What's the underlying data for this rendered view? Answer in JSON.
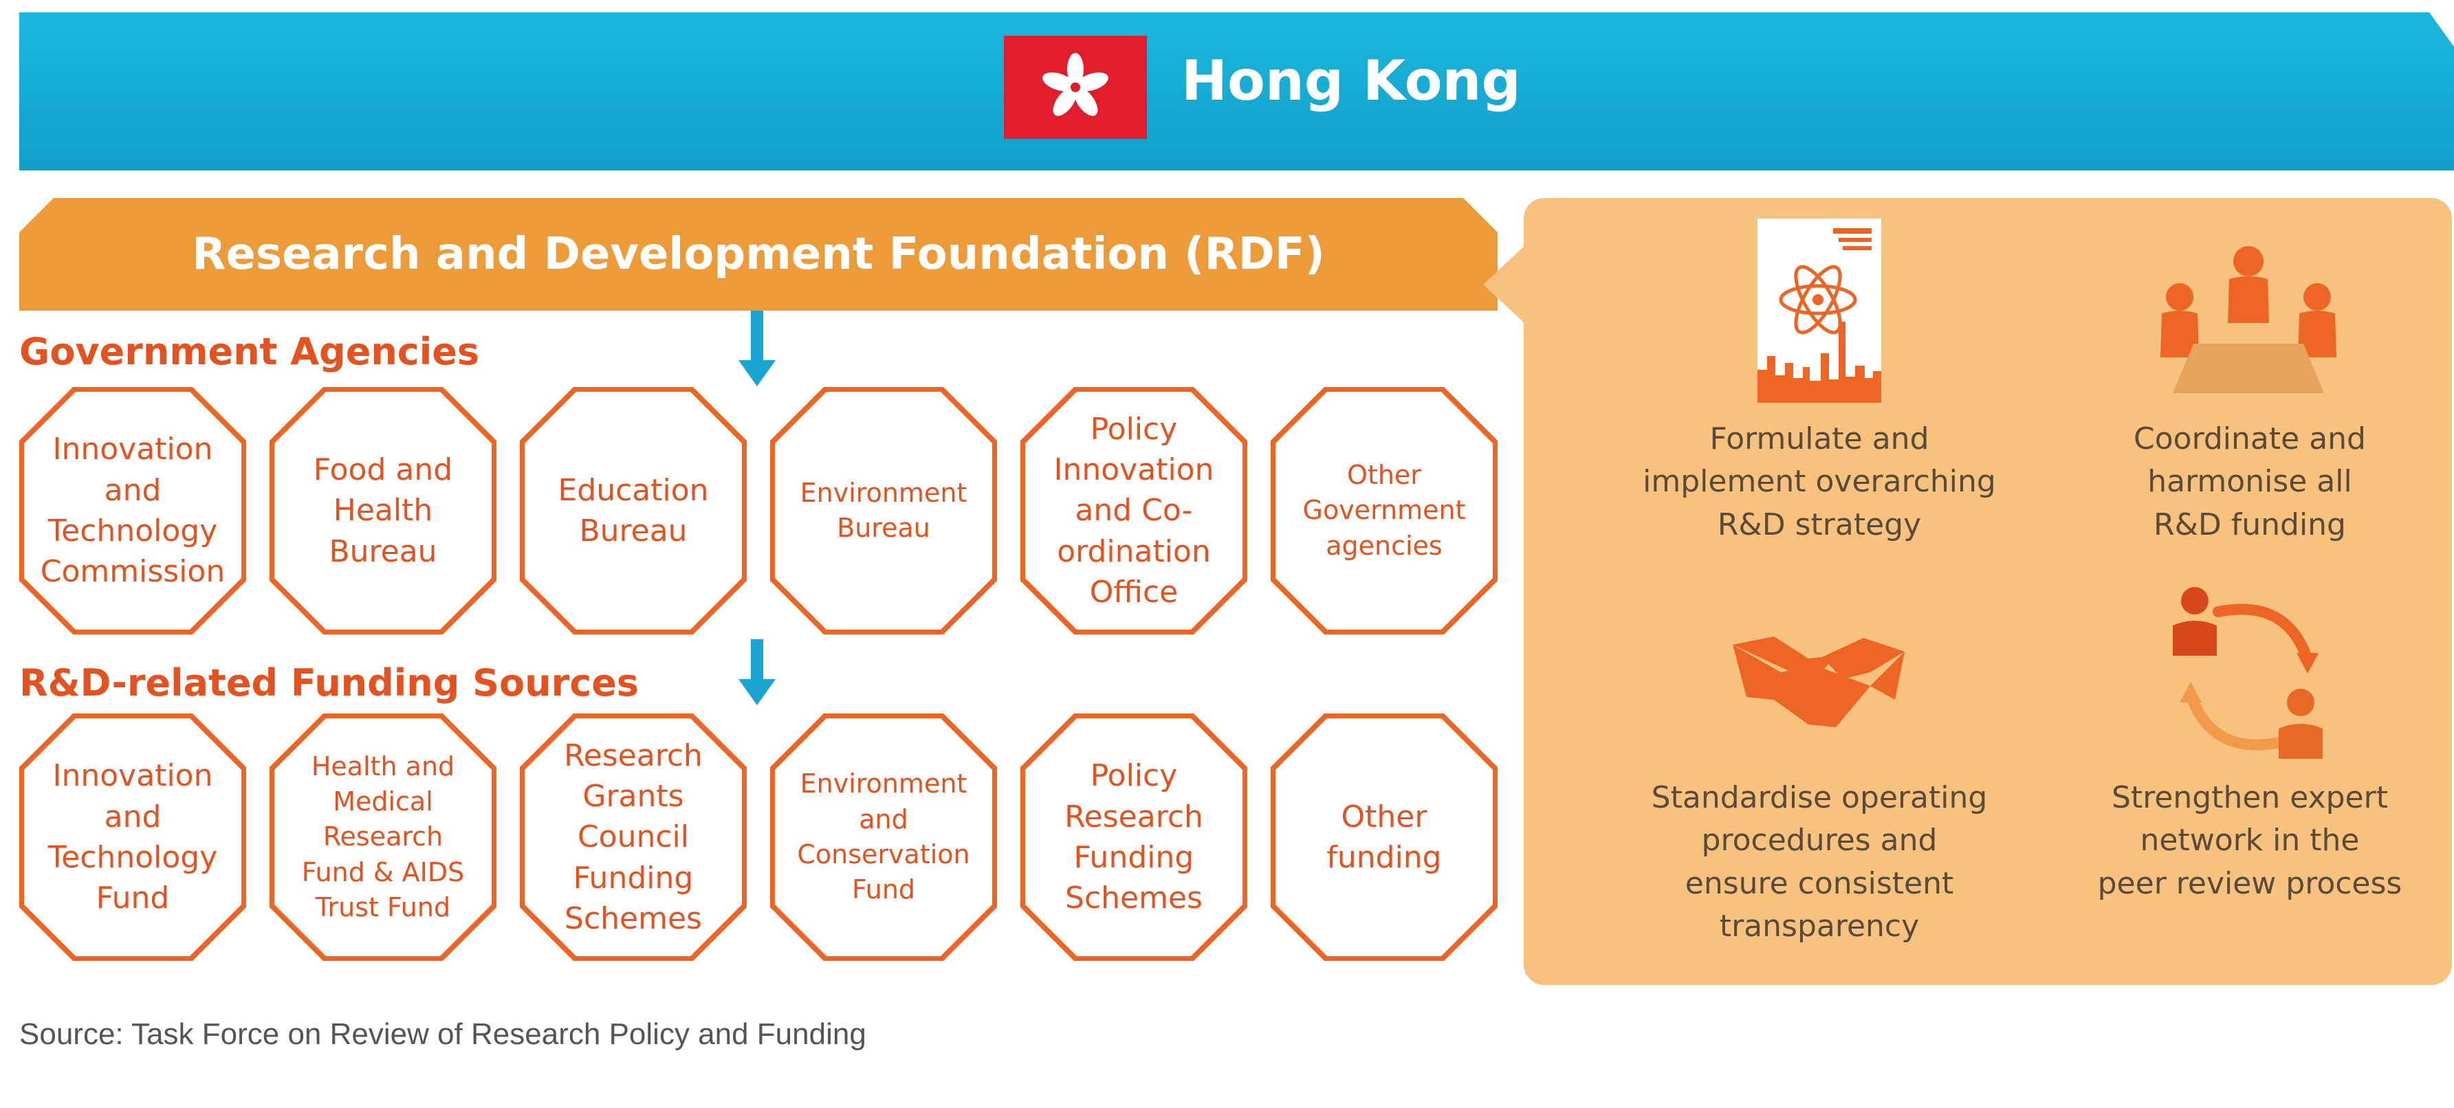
{
  "header": {
    "title": "Hong Kong",
    "flag_icon": "bauhinia-flag-icon",
    "flag_color": "#e11d2b",
    "banner_color": "#1bb7dc"
  },
  "foundation": {
    "title": "Research and Development Foundation (RDF)",
    "color": "#ed9a38"
  },
  "government_agencies": {
    "heading": "Government Agencies",
    "items": [
      "Innovation\nand\nTechnology\nCommission",
      "Food and\nHealth\nBureau",
      "Education\nBureau",
      "Environment\nBureau",
      "Policy\nInnovation\nand Co-\nordination\nOffice",
      "Other\nGovernment\nagencies"
    ]
  },
  "funding_sources": {
    "heading": "R&D-related Funding Sources",
    "items": [
      "Innovation\nand\nTechnology\nFund",
      "Health and\nMedical\nResearch\nFund & AIDS\nTrust Fund",
      "Research\nGrants\nCouncil\nFunding\nSchemes",
      "Environment\nand\nConservation\nFund",
      "Policy\nResearch\nFunding\nSchemes",
      "Other\nfunding"
    ]
  },
  "functions": [
    {
      "icon": "strategy-document-icon",
      "text": "Formulate and\nimplement overarching\nR&D strategy"
    },
    {
      "icon": "meeting-people-icon",
      "text": "Coordinate and\nharmonise all\nR&D funding"
    },
    {
      "icon": "handshake-icon",
      "text": "Standardise operating\nprocedures and\nensure consistent\ntransparency"
    },
    {
      "icon": "expert-network-icon",
      "text": "Strengthen expert\nnetwork in the\npeer review process"
    }
  ],
  "source": "Source: Task Force on Review of Research Policy and Funding",
  "colors": {
    "accent_orange": "#ec6524",
    "panel_beige": "#f7c17e",
    "arrow_blue": "#19a4d1"
  }
}
